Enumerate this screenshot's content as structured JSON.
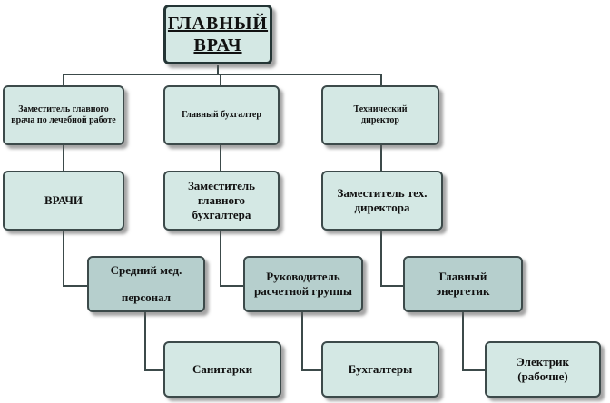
{
  "diagram": {
    "root": {
      "label": "ГЛАВНЫЙ ВРАЧ"
    },
    "level1": [
      {
        "label": "Заместитель главного врача по лечебной работе"
      },
      {
        "label": "Главный  бухгалтер"
      },
      {
        "label": "Технический директор"
      }
    ],
    "level2": [
      {
        "label": "ВРАЧИ"
      },
      {
        "label": "Заместитель главного бухгалтера"
      },
      {
        "label": "Заместитель тех. директора"
      }
    ],
    "level3": [
      {
        "label": "Средний мед. персонал"
      },
      {
        "label": "Руководитель расчетной группы"
      },
      {
        "label": "Главный энергетик"
      }
    ],
    "level4": [
      {
        "label": "Санитарки"
      },
      {
        "label": "Бухгалтеры"
      },
      {
        "label": "Электрик (рабочие)"
      }
    ]
  }
}
